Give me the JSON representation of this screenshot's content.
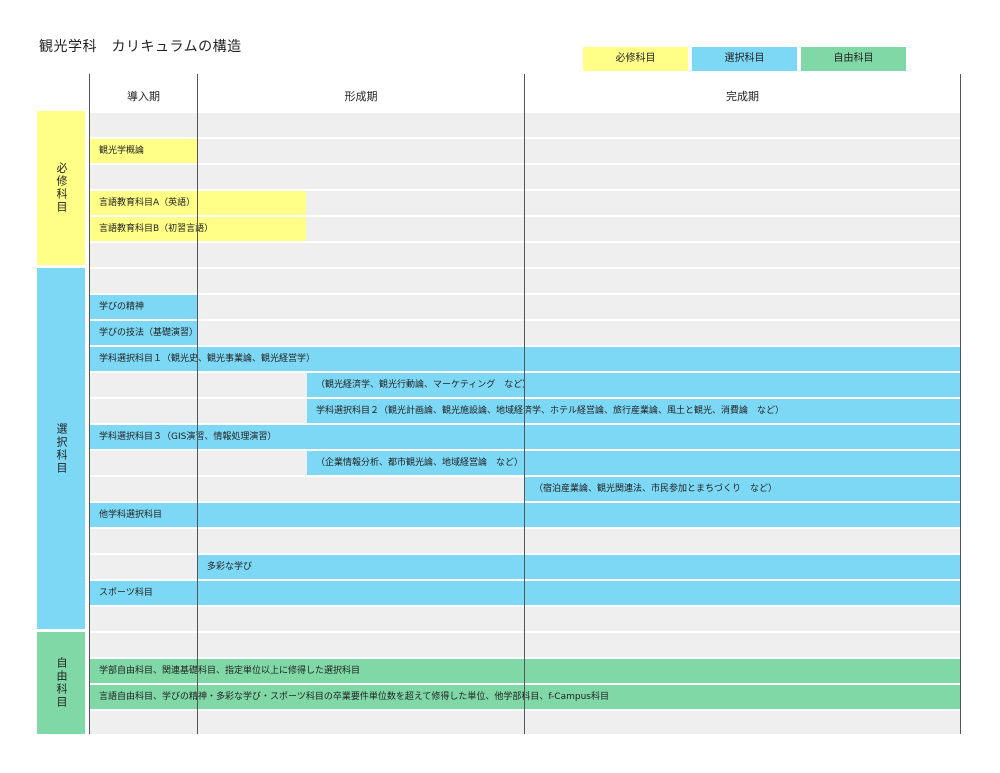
{
  "title": "観光学科　カリキュラムの構造",
  "legend": {
    "required": "必修科目",
    "elective": "選択科目",
    "free": "自由科目"
  },
  "columns": {
    "intro": "導入期",
    "formation": "形成期",
    "completion": "完成期"
  },
  "categories": {
    "required": "必修科目",
    "elective": "選択科目",
    "free": "自由科目"
  },
  "colors": {
    "required": "#ffff88",
    "elective": "#7dd8f5",
    "free": "#80d8a6",
    "grid": "#efefef"
  },
  "courses": {
    "kanko_gaku_gairon": "観光学概論",
    "gengo_a": "言語教育科目A（英語）",
    "gengo_b": "言語教育科目B（初習言語）",
    "manabi_seishin": "学びの精神",
    "manabi_giho": "学びの技法（基礎演習）",
    "gakka_1": "学科選択科目１（観光史、観光事業論、観光経営学）",
    "gakka_1_cont": "（観光経済学、観光行動論、マーケティング　など）",
    "gakka_2": "学科選択科目２（観光計画論、観光施設論、地域経済学、ホテル経営論、旅行産業論、風土と観光、消費論　など）",
    "gakka_3": "学科選択科目３（GIS演習、情報処理演習）",
    "gakka_3_cont1": "（企業情報分析、都市観光論、地域経営論　など）",
    "gakka_3_cont2": "（宿泊産業論、観光関連法、市民参加とまちづくり　など）",
    "tagakka": "他学科選択科目",
    "tasai": "多彩な学び",
    "sports": "スポーツ科目",
    "free_1": "学部自由科目、関連基礎科目、指定単位以上に修得した選択科目",
    "free_2": "言語自由科目、学びの精神・多彩な学び・スポーツ科目の卒業要件単位数を超えて修得した単位、他学部科目、f-Campus科目"
  }
}
